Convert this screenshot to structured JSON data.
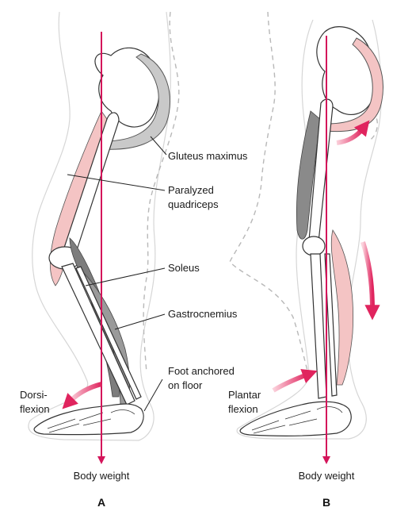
{
  "labels": {
    "gluteus": "Gluteus maximus",
    "quad_line1": "Paralyzed",
    "quad_line2": "quadriceps",
    "soleus": "Soleus",
    "gastro": "Gastrocnemius",
    "foot_line1": "Foot anchored",
    "foot_line2": "on floor",
    "dorsi_line1": "Dorsi-",
    "dorsi_line2": "flexion",
    "plantar_line1": "Plantar",
    "plantar_line2": "flexion",
    "body_weight_a": "Body weight",
    "body_weight_b": "Body weight",
    "panel_a": "A",
    "panel_b": "B"
  },
  "colors": {
    "body_weight_line": "#d4145a",
    "paralyzed_muscle": "#f4c4c4",
    "active_muscle": "#8a8a8a",
    "gluteus_fill": "#c9c9c9",
    "arrow": "#e0245e"
  }
}
